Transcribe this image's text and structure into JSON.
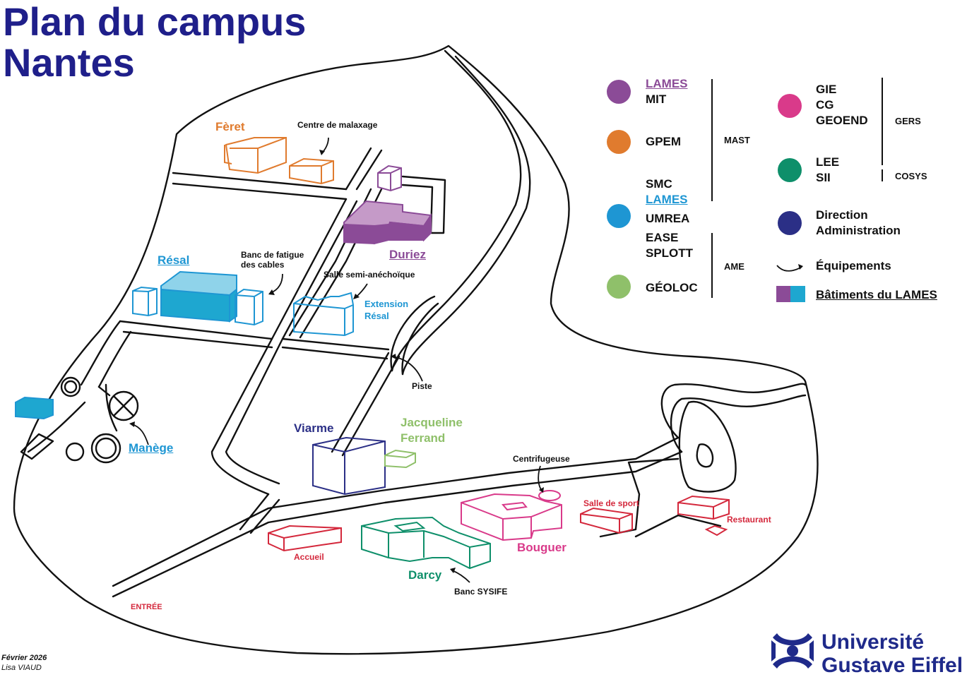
{
  "title": {
    "line1": "Plan du campus",
    "line2": "Nantes"
  },
  "colors": {
    "lames_purple": "#8b4b97",
    "gpem_orange": "#e07b2e",
    "umrea_blue": "#1e96d3",
    "geoloc_green": "#8fc06a",
    "gers_pink": "#d93a8a",
    "cosys_green": "#0e8f6a",
    "admin_navy": "#2b2f86",
    "red_services": "#d4283c",
    "title_navy": "#1f1f8a"
  },
  "buildings": {
    "feret": "Fèret",
    "centre_malaxage": "Centre de malaxage",
    "duriez": "Duriez",
    "resal": "Résal",
    "banc_fatigue_1": "Banc de fatigue",
    "banc_fatigue_2": "des cables",
    "salle_semi": "Salle semi-anéchoïque",
    "extension_resal_1": "Extension",
    "extension_resal_2": "Résal",
    "piste": "Piste",
    "manege": "Manège",
    "viarme": "Viarme",
    "jacqueline_1": "Jacqueline",
    "jacqueline_2": "Ferrand",
    "centrifugeuse": "Centrifugeuse",
    "salle_sport": "Salle de sport",
    "restaurant": "Restaurant",
    "bouguer": "Bouguer",
    "accueil": "Accueil",
    "darcy": "Darcy",
    "banc_sysife": "Banc SYSIFE",
    "entree": "ENTRÉE"
  },
  "legend": {
    "lames_mit_1": "LAMES",
    "lames_mit_2": "MIT",
    "gpem": "GPEM",
    "smc": "SMC",
    "lames_umrea": "LAMES",
    "umrea": "UMREA",
    "ease": "EASE",
    "splott": "SPLOTT",
    "geoloc": "GÉOLOC",
    "mast": "MAST",
    "ame": "AME",
    "gie": "GIE",
    "cg": "CG",
    "geoend": "GEOEND",
    "gers": "GERS",
    "lee": "LEE",
    "sii": "SII",
    "cosys": "COSYS",
    "direction": "Direction",
    "administration": "Administration",
    "equipements": "Équipements",
    "batiments_lames": "Bâtiments du LAMES"
  },
  "footer": {
    "date": "Février 2026",
    "author": "Lisa VIAUD"
  },
  "logo": {
    "line1": "Université",
    "line2": "Gustave Eiffel"
  }
}
